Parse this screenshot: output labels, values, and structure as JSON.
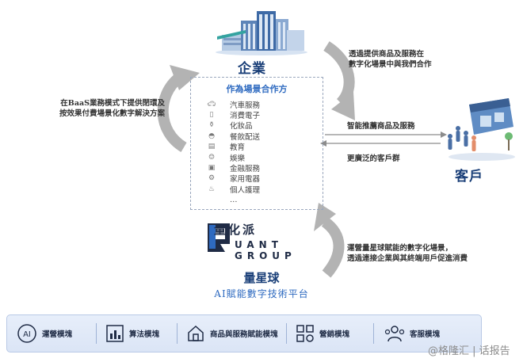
{
  "enterprise": {
    "label": "企業"
  },
  "customer": {
    "label": "客戶"
  },
  "partner_box": {
    "title": "作為場景合作方",
    "items": [
      {
        "icon": "car-icon",
        "label": "汽車服務"
      },
      {
        "icon": "phone-icon",
        "label": "消費電子"
      },
      {
        "icon": "cosmetics-icon",
        "label": "化妝品"
      },
      {
        "icon": "food-delivery-icon",
        "label": "餐飲配送"
      },
      {
        "icon": "book-icon",
        "label": "教育"
      },
      {
        "icon": "smiley-icon",
        "label": "娛樂"
      },
      {
        "icon": "money-icon",
        "label": "金融服務"
      },
      {
        "icon": "appliance-icon",
        "label": "家用電器"
      },
      {
        "icon": "personal-care-icon",
        "label": "個人護理"
      },
      {
        "icon": "",
        "label": "…"
      }
    ]
  },
  "notes": {
    "left": [
      "在BaaS業務模式下提供閉環及",
      "按效果付費場景化數字解決方案"
    ],
    "top_right": [
      "透過提供商品及服務在",
      "數字化場景中與我們合作"
    ],
    "bottom_right": [
      "運營量星球賦能的數字化場景，",
      "透過連接企業與其終端用戶促進消費"
    ]
  },
  "flows": {
    "to_customer": "智能推薦商品及服務",
    "to_enterprise": "更廣泛的客戶群"
  },
  "logo": {
    "cn": "量化派",
    "en_line1": "UANT",
    "en_line2": "GROUP"
  },
  "platform": {
    "name": "量星球",
    "subtitle": "AI賦能數字技術平台"
  },
  "modules": [
    {
      "icon": "ai-icon",
      "label": "運營模塊"
    },
    {
      "icon": "chart-icon",
      "label": "算法模塊"
    },
    {
      "icon": "house-icon",
      "label": "商品與服務賦能模塊"
    },
    {
      "icon": "grid-icon",
      "label": "營銷模塊"
    },
    {
      "icon": "people-icon",
      "label": "客服模塊"
    }
  ],
  "watermark": "@格隆汇 | 话报告",
  "colors": {
    "title_blue": "#1a3f78",
    "accent_blue": "#2e6ac0",
    "arrow_gray": "#b3b3b3",
    "bar_bg": "#e1e9f8"
  }
}
